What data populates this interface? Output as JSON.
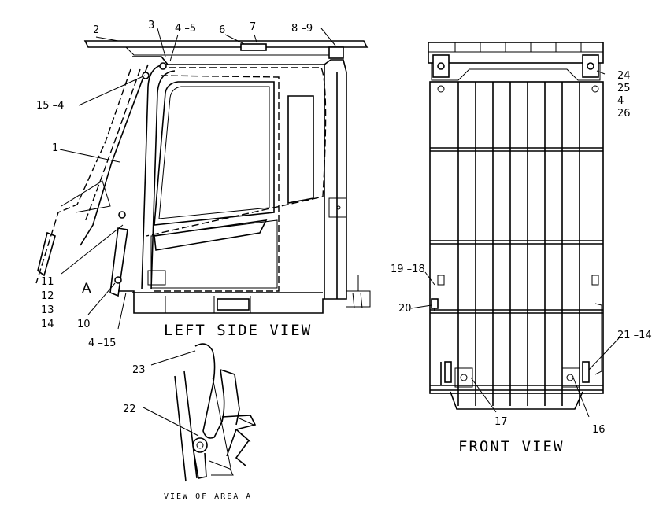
{
  "views": {
    "left_side_title": "LEFT SIDE VIEW",
    "front_title": "FRONT VIEW",
    "area_a_title": "VIEW OF AREA A",
    "area_marker": "A"
  },
  "callouts": {
    "c2": "2",
    "c3": "3",
    "c4_5": "4 –5",
    "c6": "6",
    "c7": "7",
    "c8_9": "8 –9",
    "c15_4": "15 –4",
    "c1": "1",
    "c11": "11",
    "c12": "12",
    "c13": "13",
    "c14": "14",
    "c10": "10",
    "c4_15": "4 –15",
    "c23": "23",
    "c22": "22",
    "c24": "24",
    "c25": "25",
    "c4": "4",
    "c26": "26",
    "c19_18": "19 –18",
    "c20": "20",
    "c21_14": "21 –14",
    "c17": "17",
    "c16": "16"
  }
}
